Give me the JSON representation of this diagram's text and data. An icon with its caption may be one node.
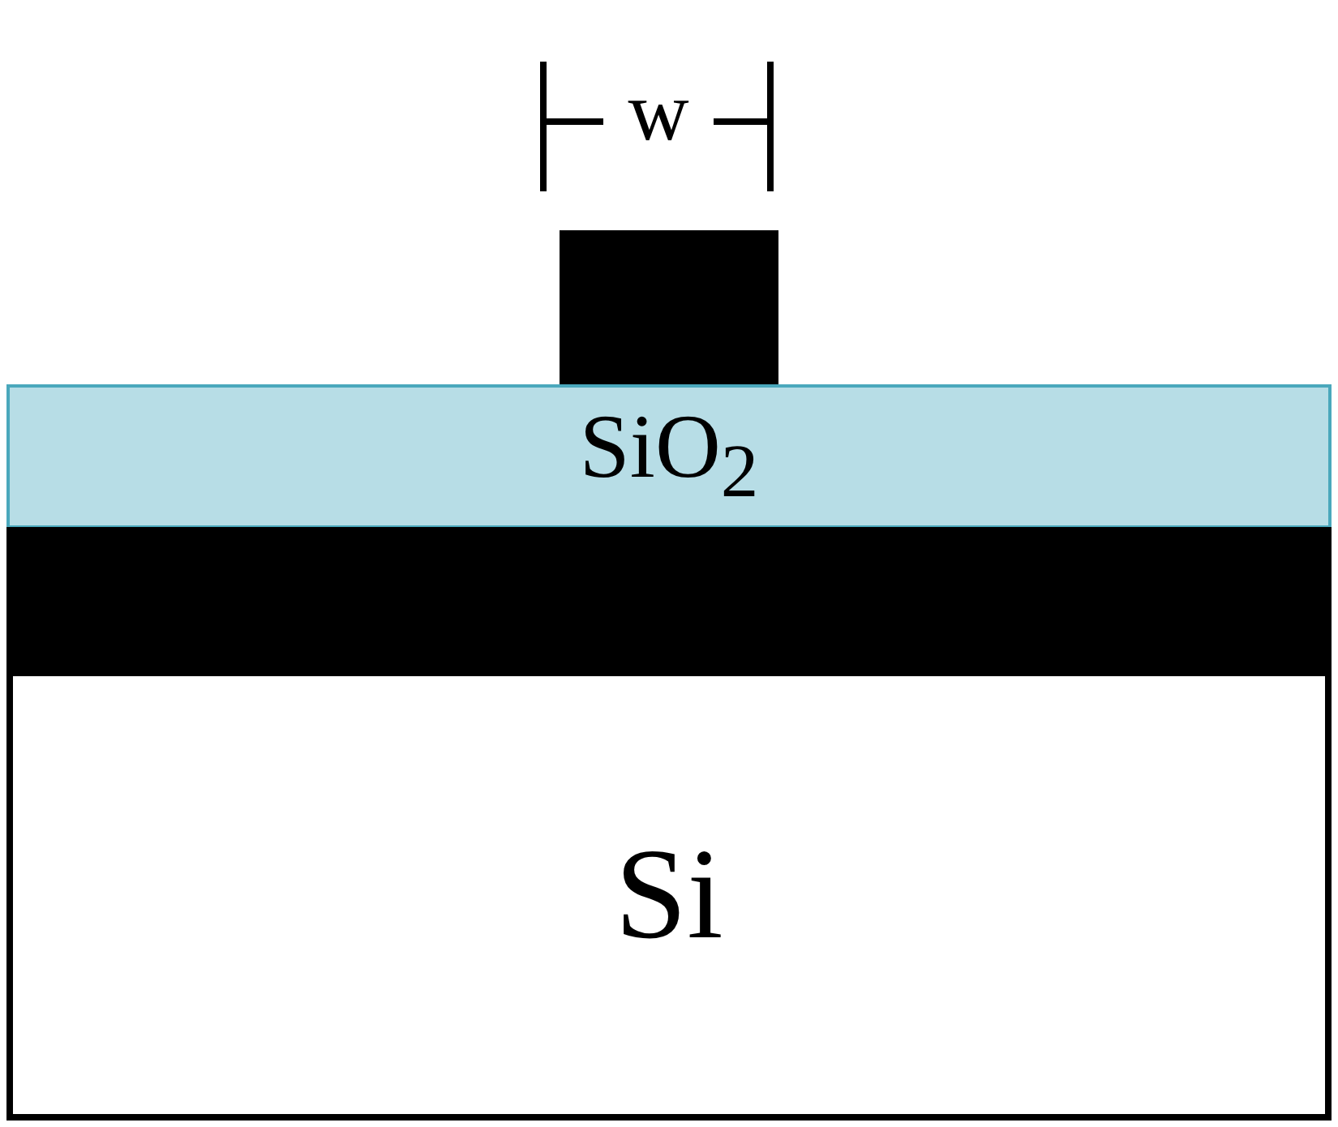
{
  "diagram": {
    "nodes": [
      {
        "text": [],
        "shape": "box"
      },
      {
        "text": [
          "SiO$_{2}$"
        ]
      },
      {
        "text": [],
        "shape": "bar"
      },
      {
        "text": [
          "Si"
        ]
      }
    ],
    "labels": [
      "w"
    ]
  }
}
